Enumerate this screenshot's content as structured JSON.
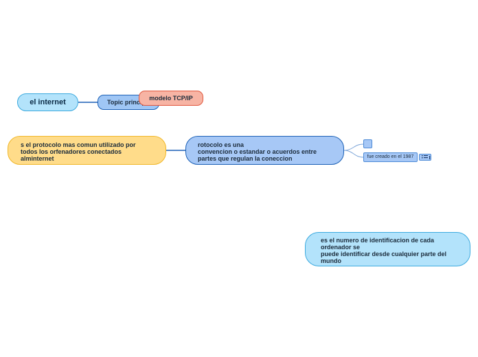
{
  "mindmap": {
    "root": {
      "label": "el internet"
    },
    "topic": {
      "label": "Topic principal"
    },
    "tcp": {
      "label": "modelo TCP/IP"
    },
    "yellow": {
      "lines": [
        "s el protocolo mas comun utilizado por",
        "todos los orfenadores conectados",
        "alminternet"
      ]
    },
    "blue": {
      "lines": [
        "rotocolo es una",
        "convencion o estandar o acuerdos entre",
        "partes que regulan la coneccion"
      ]
    },
    "label": {
      "text": "fue creado en el 1987"
    },
    "cyan": {
      "lines": [
        "es el numero de identificacion de cada",
        "ordenador se",
        "puede identificar desde cualquier parte del",
        "mundo"
      ]
    }
  },
  "icons": {
    "small_node": "topic-box-icon",
    "list": "list-icon"
  },
  "colors": {
    "connector": "#1a5fb5",
    "root_fill": "#b3e3fb",
    "topic_fill": "#9fc6f5",
    "tcp_fill": "#f7b4a4",
    "yellow_fill": "#ffdc8a",
    "blue_fill": "#a7c8f6",
    "cyan_fill": "#b3e3fb"
  }
}
